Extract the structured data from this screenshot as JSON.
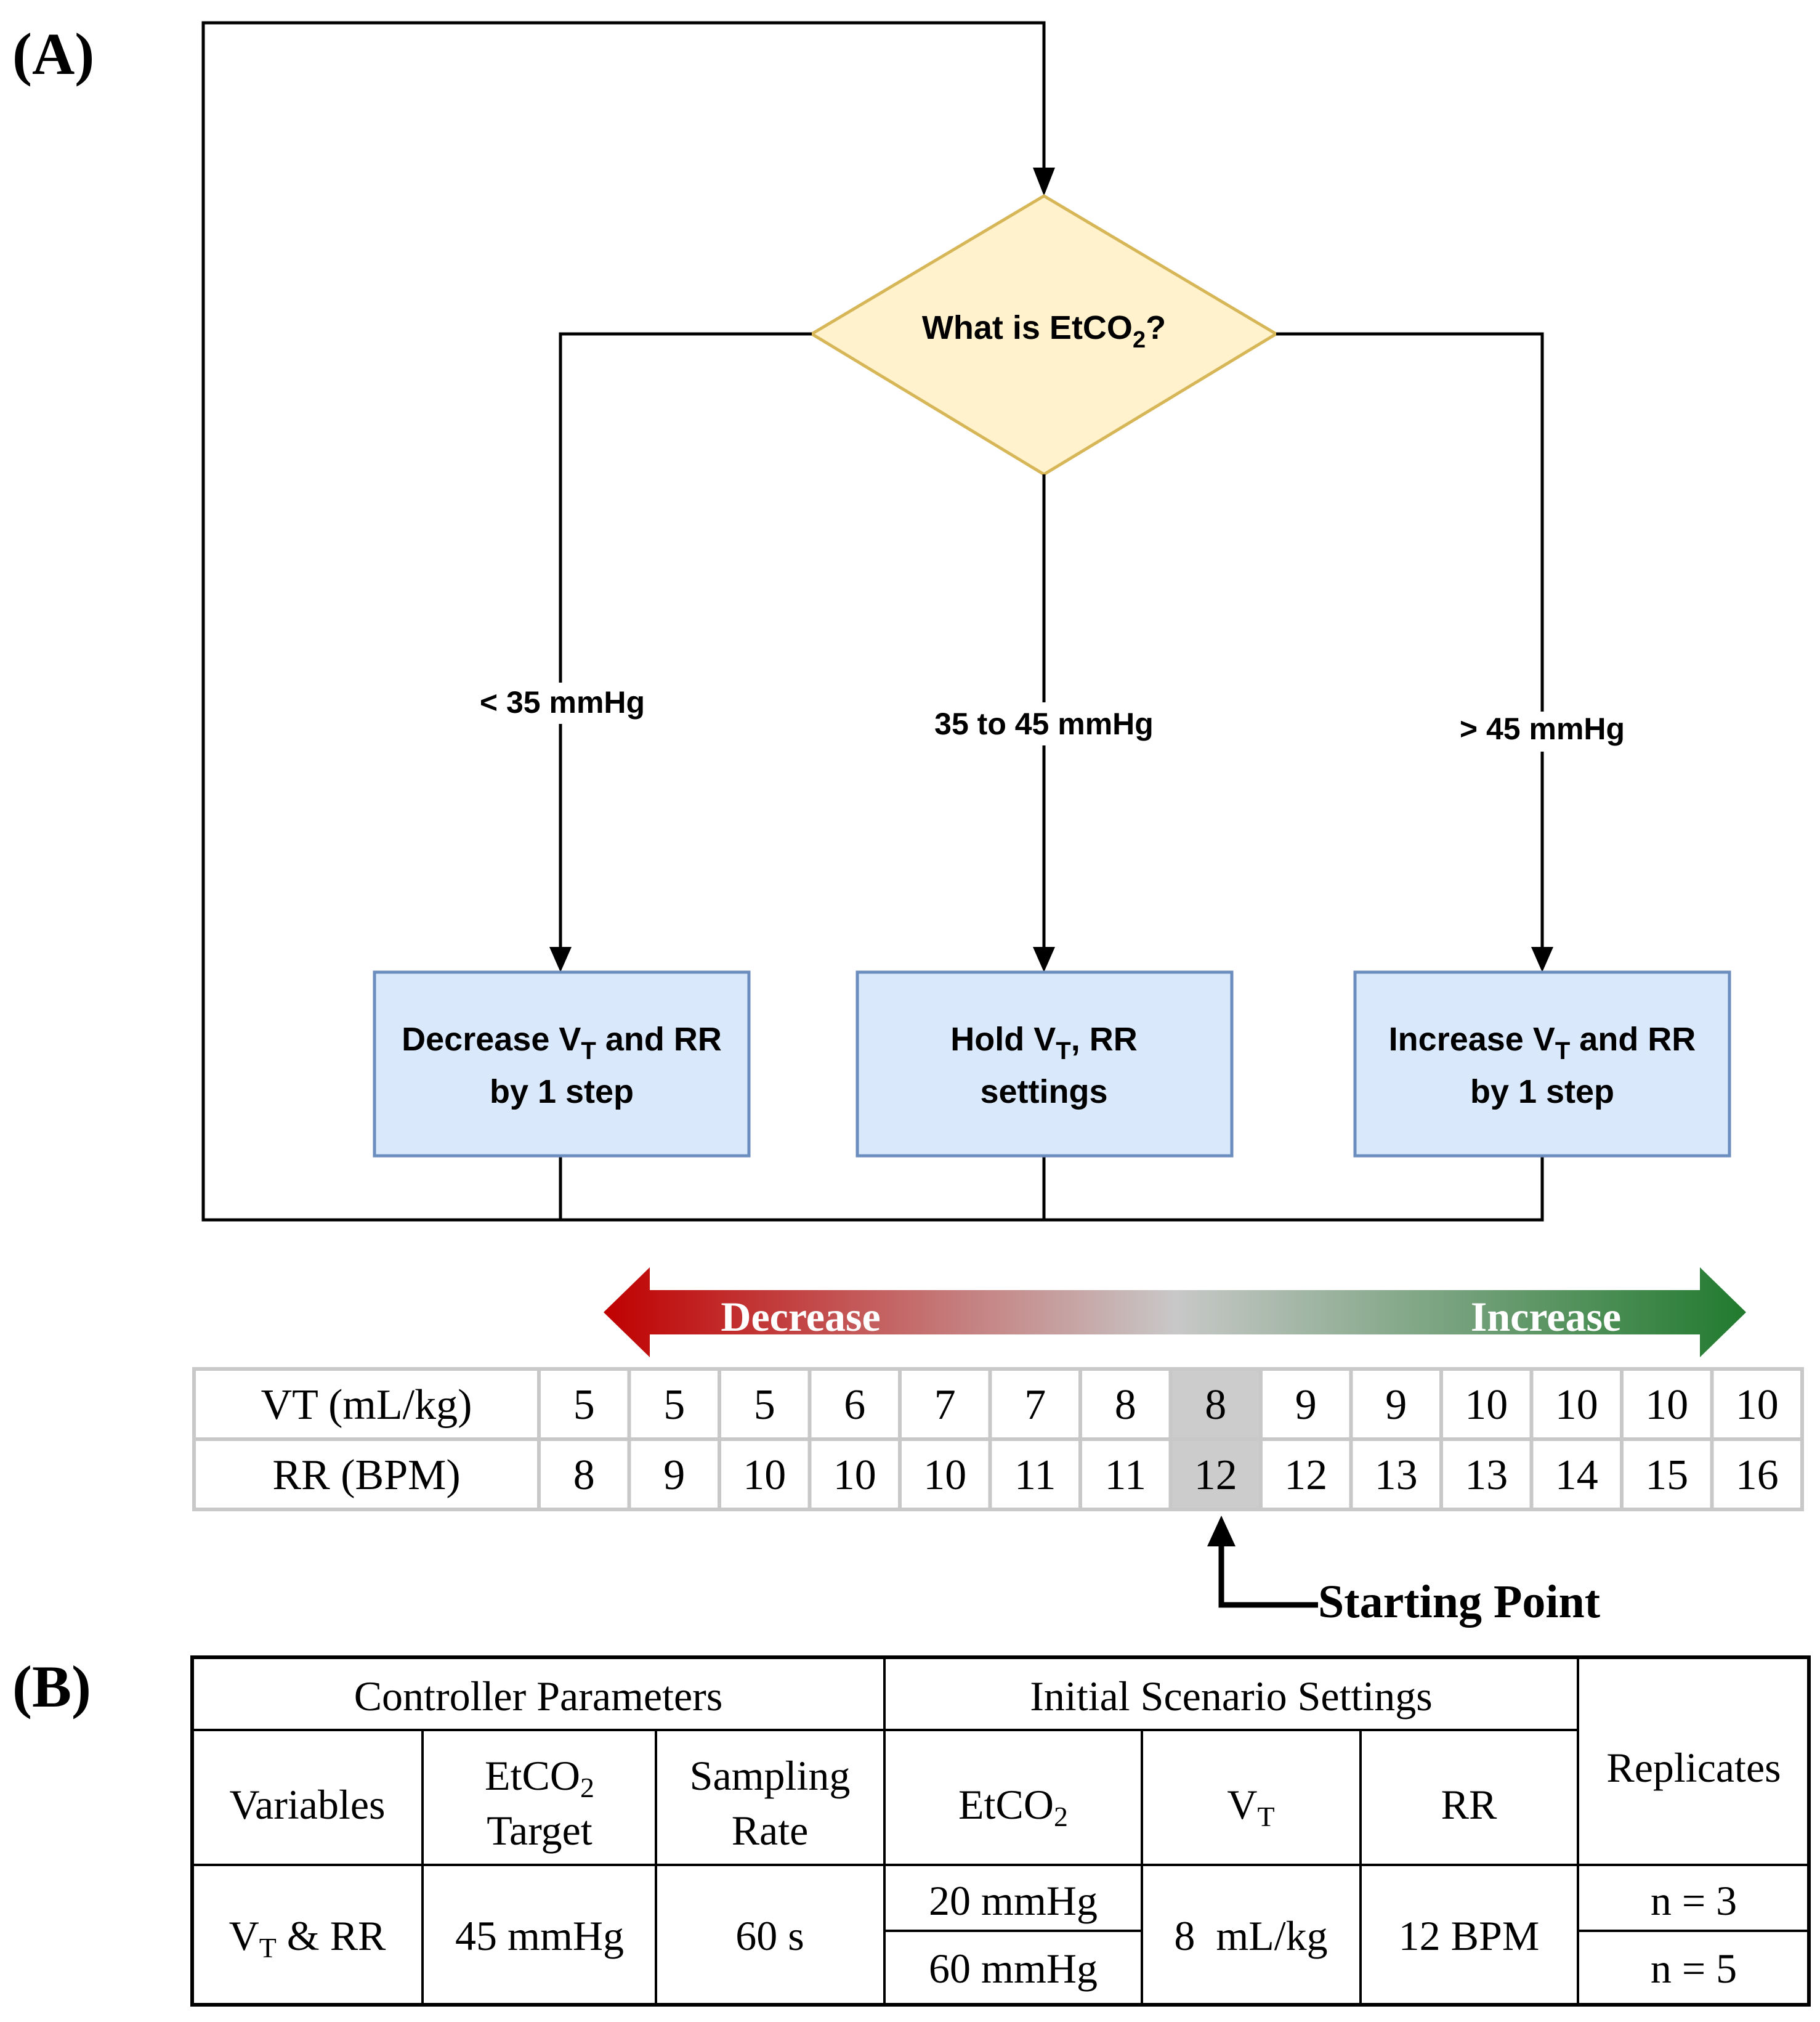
{
  "panel_a": {
    "label": "(A)",
    "decision": {
      "text": "What is EtCO",
      "sub": "2",
      "suffix": "?"
    },
    "branches": {
      "left": "< 35 mmHg",
      "middle": "35 to 45 mmHg",
      "right": "> 45 mmHg"
    },
    "actions": {
      "left": {
        "line1_pre": "Decrease V",
        "line1_sub": "T",
        "line1_post": " and RR",
        "line2": "by 1 step"
      },
      "middle": {
        "line1_pre": "Hold V",
        "line1_sub": "T",
        "line1_post": ", RR",
        "line2": "settings"
      },
      "right": {
        "line1_pre": "Increase V",
        "line1_sub": "T",
        "line1_post": " and RR",
        "line2": "by 1 step"
      }
    },
    "scale": {
      "decrease_label": "Decrease",
      "increase_label": "Increase"
    },
    "steps_table": {
      "row_vt_label": "VT (mL/kg)",
      "row_rr_label": "RR (BPM)",
      "vt": [
        "5",
        "5",
        "5",
        "6",
        "7",
        "7",
        "8",
        "8",
        "9",
        "9",
        "10",
        "10",
        "10",
        "10"
      ],
      "rr": [
        "8",
        "9",
        "10",
        "10",
        "10",
        "11",
        "11",
        "12",
        "12",
        "13",
        "13",
        "14",
        "15",
        "16"
      ],
      "start_index": 7
    },
    "starting_point_label": "Starting Point"
  },
  "panel_b": {
    "label": "(B)",
    "group_controller": "Controller Parameters",
    "group_initial": "Initial Scenario Settings",
    "replicates_header": "Replicates",
    "col_variables": "Variables",
    "col_etco2_target_pre": "EtCO",
    "col_etco2_target_sub": "2",
    "col_etco2_target_line2": "Target",
    "col_sampling_line1": "Sampling",
    "col_sampling_line2": "Rate",
    "col_etco2_pre": "EtCO",
    "col_etco2_sub": "2",
    "col_vt_pre": "V",
    "col_vt_sub": "T",
    "col_rr": "RR",
    "val_variables_pre": "V",
    "val_variables_sub": "T",
    "val_variables_post": " & RR",
    "val_target": "45 mmHg",
    "val_sampling": "60 s",
    "val_etco2_1": "20 mmHg",
    "val_etco2_2": "60 mmHg",
    "val_vt": "8  mL/kg",
    "val_rr": "12 BPM",
    "val_rep_1": "n = 3",
    "val_rep_2": "n = 5"
  },
  "colors": {
    "decision_fill": "#fff2cc",
    "decision_stroke": "#d6b656",
    "action_fill": "#dae8fc",
    "action_stroke": "#6c8ebf",
    "decrease_red": "#c00000",
    "increase_green": "#217a2e",
    "start_cell": "#cccccc"
  }
}
